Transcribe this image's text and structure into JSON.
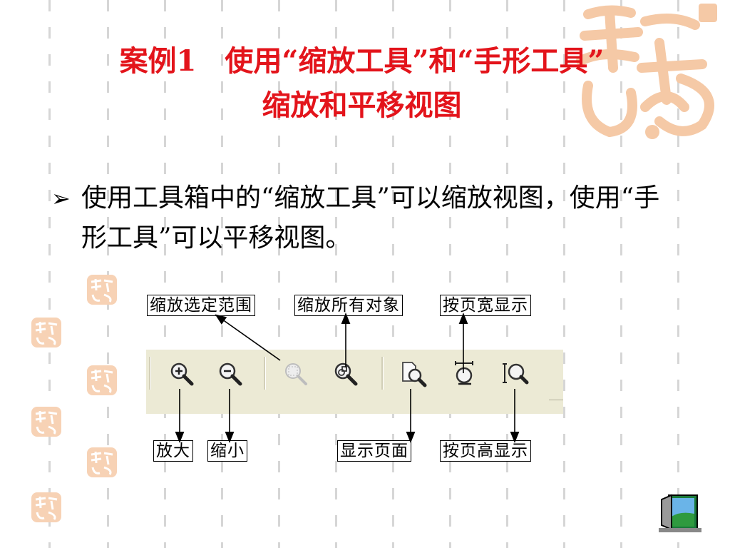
{
  "slide": {
    "title_line1": "案例1　使用“缩放工具”和“手形工具”",
    "title_line2": "缩放和平移视图",
    "bullet_symbol": "➢",
    "bullet_text": "使用工具箱中的“缩放工具”可以缩放视图，使用“手形工具”可以平移视图。",
    "colors": {
      "title": "#e3141b",
      "seal": "#f5c9a6",
      "toolbar": "#ecead5"
    }
  },
  "callouts": {
    "zoom_selection": "缩放选定范围",
    "zoom_all_objects": "缩放所有对象",
    "fit_page_width": "按页宽显示",
    "zoom_in": "放大",
    "zoom_out": "缩小",
    "show_page": "显示页面",
    "fit_page_height": "按页高显示"
  },
  "toolbar_icons": [
    "zoom-in-icon",
    "zoom-out-icon",
    "zoom-selection-icon",
    "zoom-all-objects-icon",
    "show-page-icon",
    "fit-page-width-icon",
    "fit-page-height-icon"
  ],
  "nav": {
    "icon": "exit-door-icon"
  }
}
